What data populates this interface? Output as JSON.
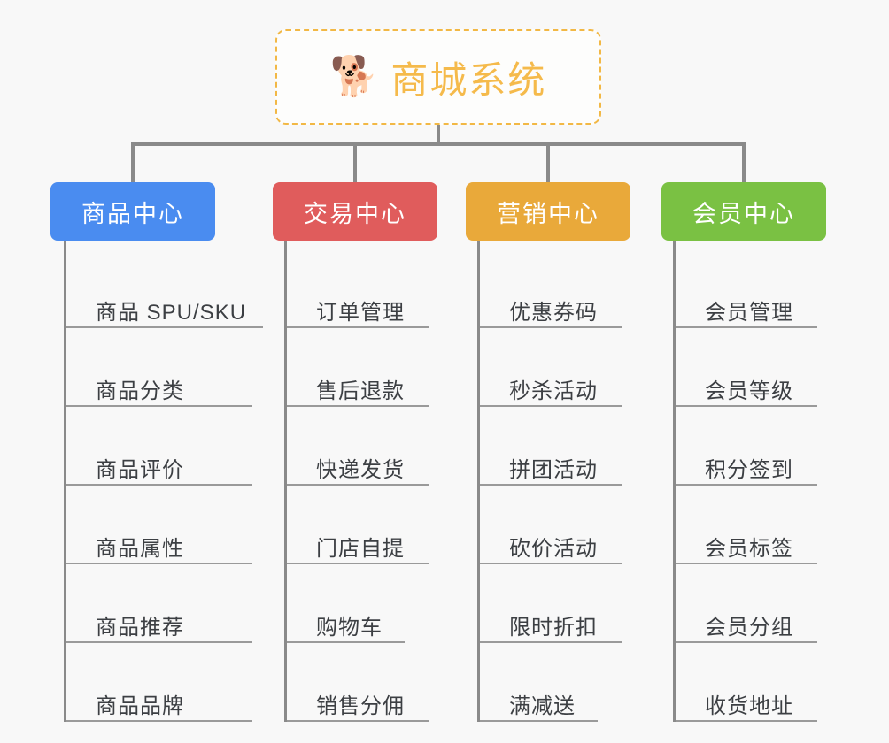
{
  "background_color": "#f8f8f8",
  "root": {
    "icon": "shiba-dog-emoji",
    "emoji": "🐕",
    "title": "商城系统",
    "title_color": "#f5ba4b",
    "border_color": "#f2b845",
    "border_style": "dashed"
  },
  "connector_color": "#8a8a8a",
  "branches": [
    {
      "label": "商品中心",
      "color": "#4a8cf0",
      "items": [
        "商品 SPU/SKU",
        "商品分类",
        "商品评价",
        "商品属性",
        "商品推荐",
        "商品品牌"
      ]
    },
    {
      "label": "交易中心",
      "color": "#e05c5c",
      "items": [
        "订单管理",
        "售后退款",
        "快递发货",
        "门店自提",
        "购物车",
        "销售分佣"
      ]
    },
    {
      "label": "营销中心",
      "color": "#e9a93a",
      "items": [
        "优惠券码",
        "秒杀活动",
        "拼团活动",
        "砍价活动",
        "限时折扣",
        "满减送"
      ]
    },
    {
      "label": "会员中心",
      "color": "#7ac143",
      "items": [
        "会员管理",
        "会员等级",
        "积分签到",
        "会员标签",
        "会员分组",
        "收货地址"
      ]
    }
  ]
}
